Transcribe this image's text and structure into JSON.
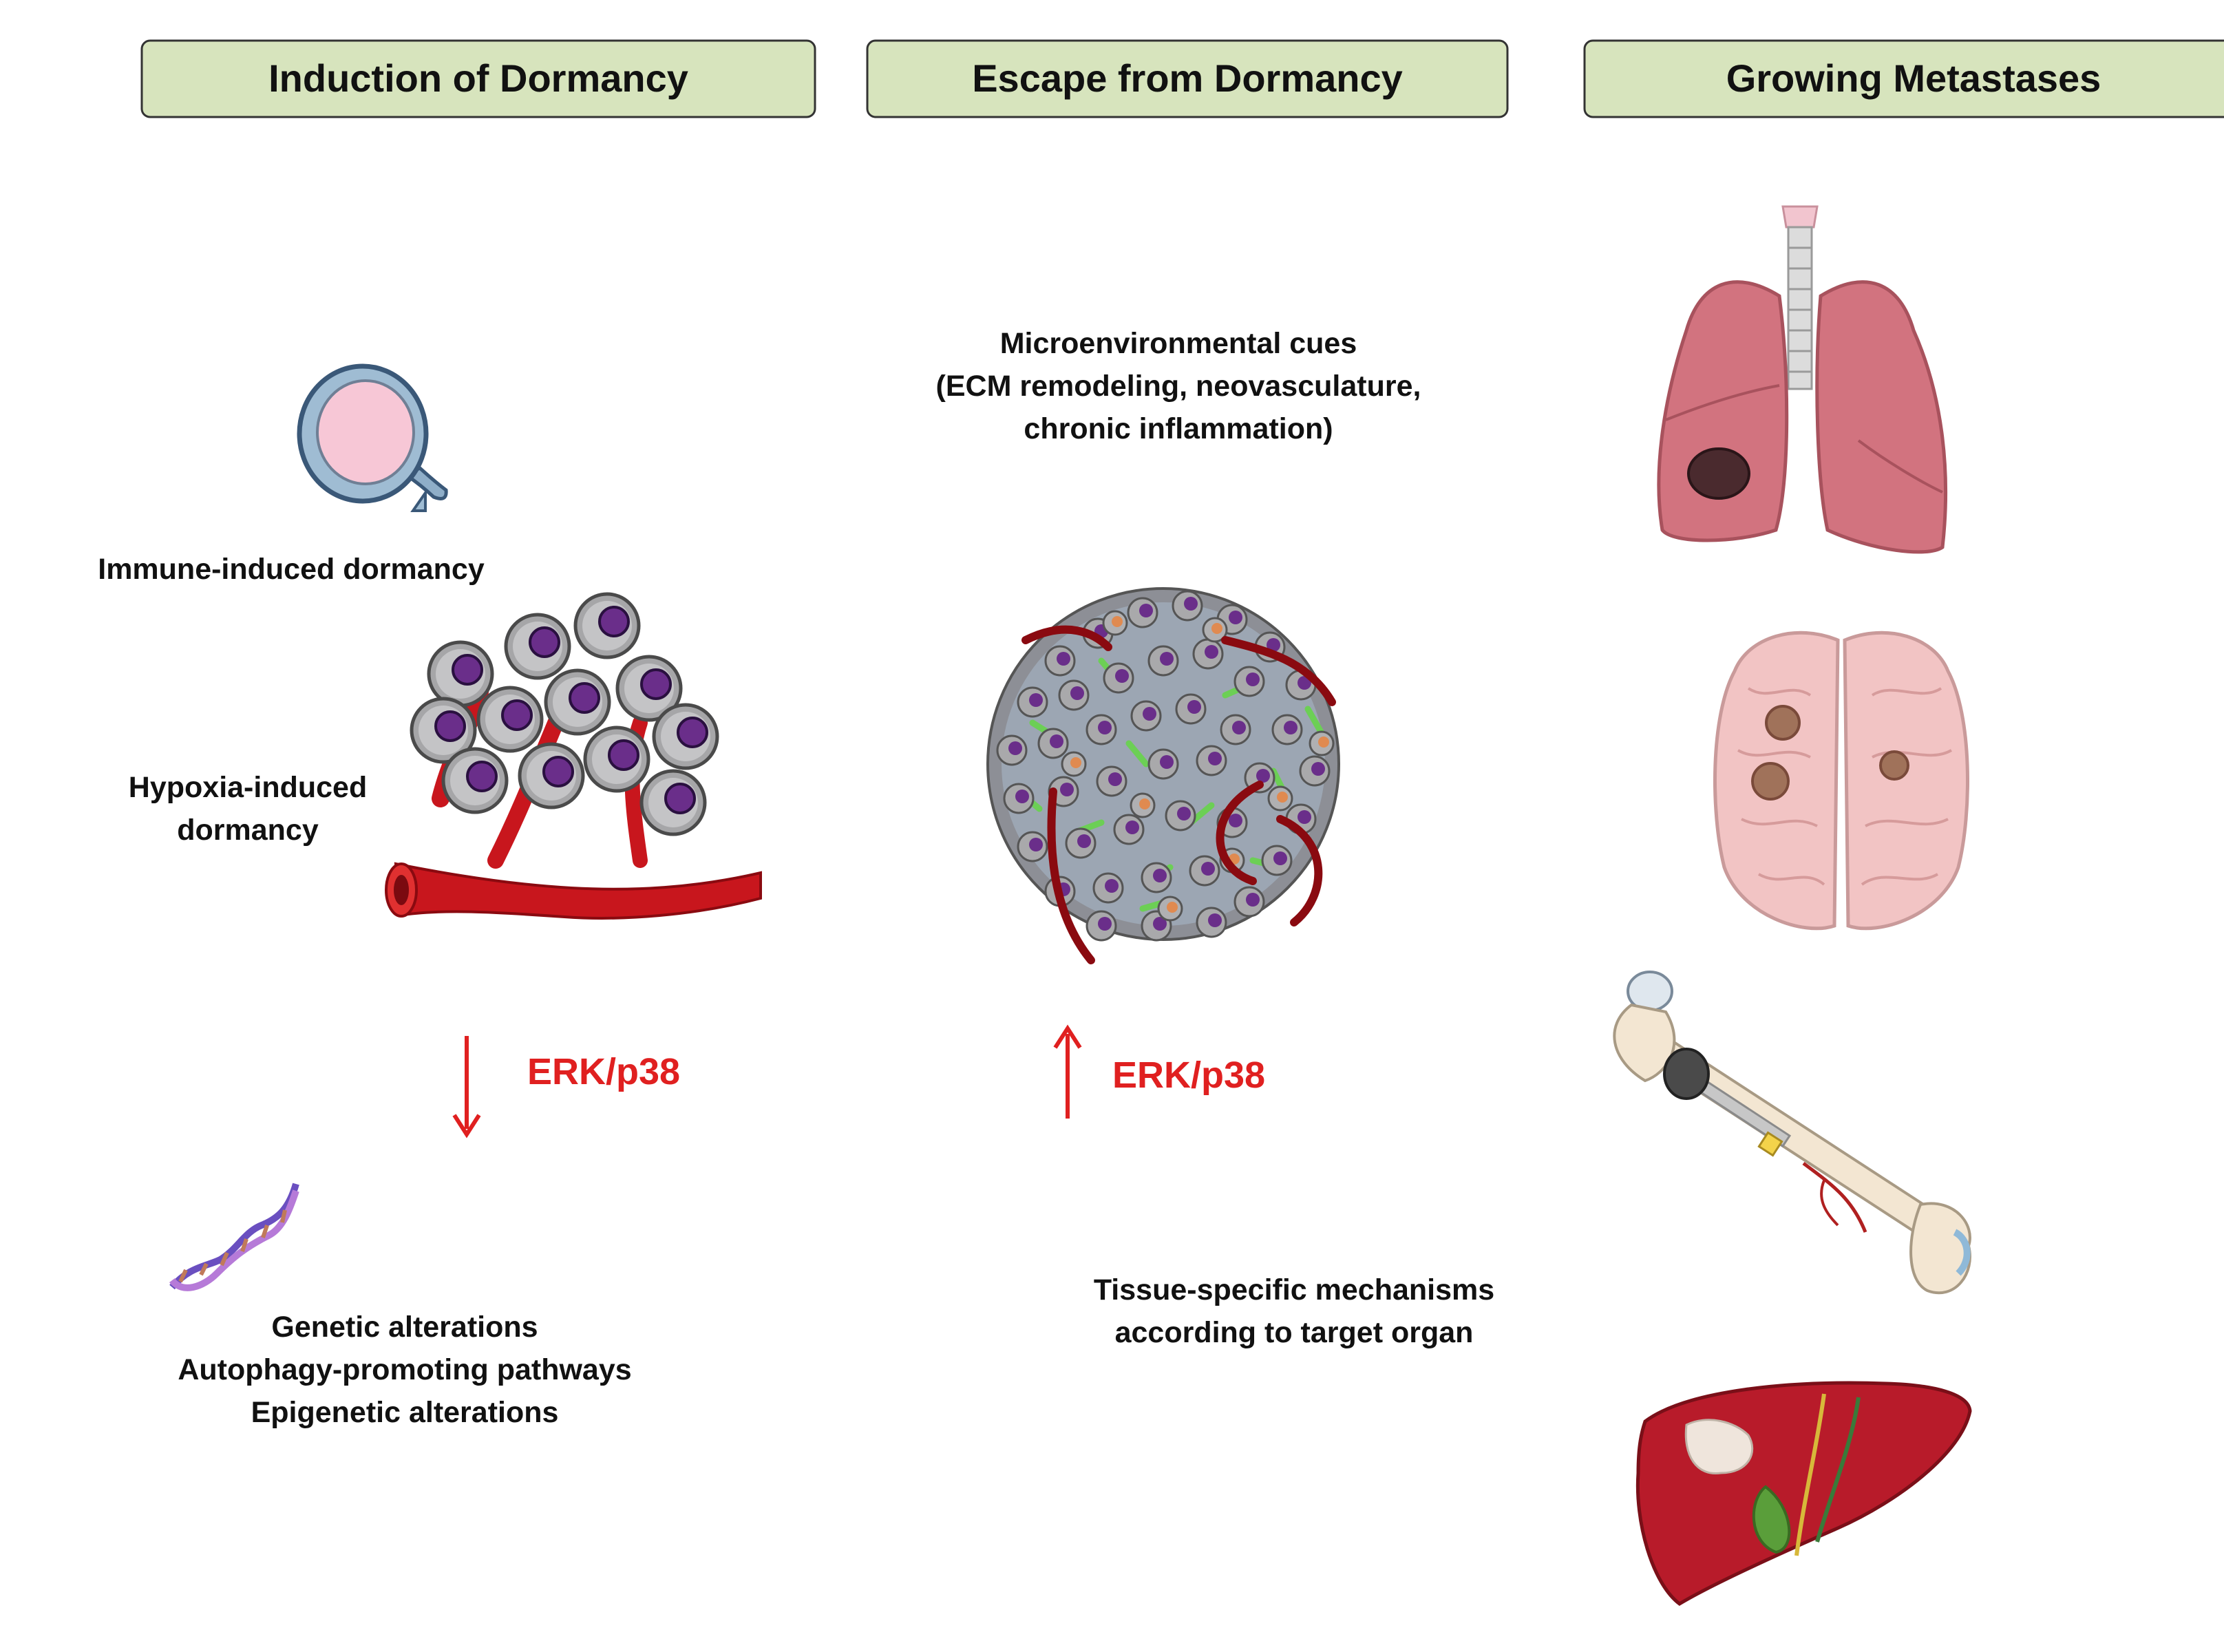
{
  "headers": {
    "induction": "Induction of Dormancy",
    "escape": "Escape from  Dormancy",
    "growing": "Growing Metastases"
  },
  "induction": {
    "immune_label": "Immune-induced dormancy",
    "hypoxia_label_line1": "Hypoxia-induced",
    "hypoxia_label_line2": "dormancy",
    "signal_label": "ERK/p38",
    "signal_direction": "down",
    "mechanisms": [
      "Genetic alterations",
      "Autophagy-promoting pathways",
      "Epigenetic alterations"
    ]
  },
  "escape": {
    "cues_line1": "Microenvironmental cues",
    "cues_line2": "(ECM remodeling, neovasculature,",
    "cues_line3": "chronic inflammation)",
    "signal_label": "ERK/p38",
    "signal_direction": "up",
    "tissue_line1": "Tissue-specific mechanisms",
    "tissue_line2": "according to target organ"
  },
  "organs": [
    "lung-icon",
    "brain-icon",
    "bone-icon",
    "liver-icon"
  ],
  "colors": {
    "header_fill": "#d7e4bd",
    "signal_red": "#e02020",
    "vessel_red": "#c8161d"
  }
}
